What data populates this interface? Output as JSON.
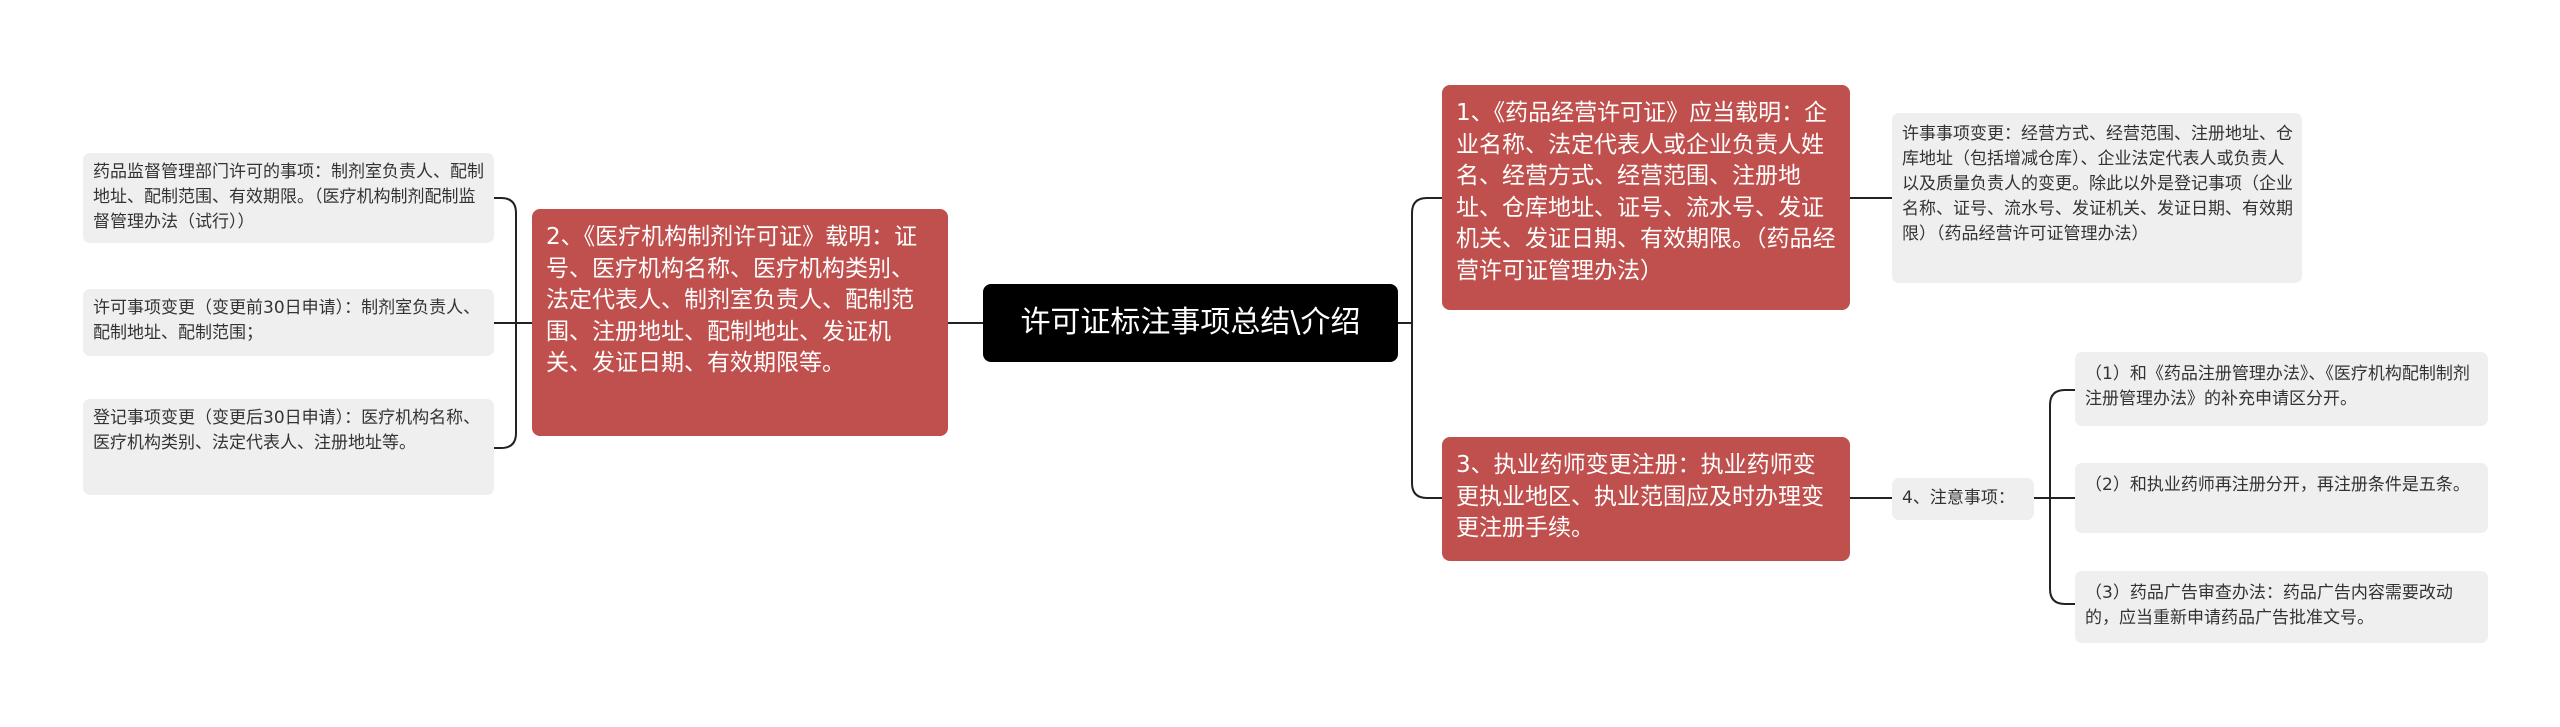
{
  "root": {
    "text": "许可证标注事项总结\\介绍"
  },
  "left": {
    "branch": {
      "text": "2、《医疗机构制剂许可证》载明：证号、医疗机构名称、医疗机构类别、法定代表人、制剂室负责人、配制范围、注册地址、配制地址、发证机关、发证日期、有效期限等。"
    },
    "leaves": [
      {
        "text": "药品监督管理部门许可的事项：制剂室负责人、配制地址、配制范围、有效期限。（医疗机构制剂配制监督管理办法（试行））"
      },
      {
        "text": "许可事项变更（变更前30日申请）：制剂室负责人、配制地址、配制范围；"
      },
      {
        "text": "登记事项变更（变更后30日申请）：医疗机构名称、医疗机构类别、法定代表人、注册地址等。"
      }
    ]
  },
  "right": {
    "branch1": {
      "text": "1、《药品经营许可证》应当载明：企业名称、法定代表人或企业负责人姓名、经营方式、经营范围、注册地址、仓库地址、证号、流水号、发证机关、发证日期、有效期限。（药品经营许可证管理办法）"
    },
    "branch1_leaf": {
      "text": "许事事项变更：经营方式、经营范围、注册地址、仓库地址（包括增减仓库）、企业法定代表人或负责人以及质量负责人的变更。除此以外是登记事项（企业名称、证号、流水号、发证机关、发证日期、有效期限）（药品经营许可证管理办法）"
    },
    "branch3": {
      "text": "3、执业药师变更注册：执业药师变更执业地区、执业范围应及时办理变更注册手续。"
    },
    "branch3_mid": {
      "text": "4、注意事项："
    },
    "branch3_leaves": [
      {
        "text": "（1）和《药品注册管理办法》、《医疗机构配制制剂注册管理办法》的补充申请区分开。"
      },
      {
        "text": "（2）和执业药师再注册分开，再注册条件是五条。"
      },
      {
        "text": "（3）药品广告审查办法：药品广告内容需要改动的，应当重新申请药品广告批准文号。"
      }
    ]
  }
}
